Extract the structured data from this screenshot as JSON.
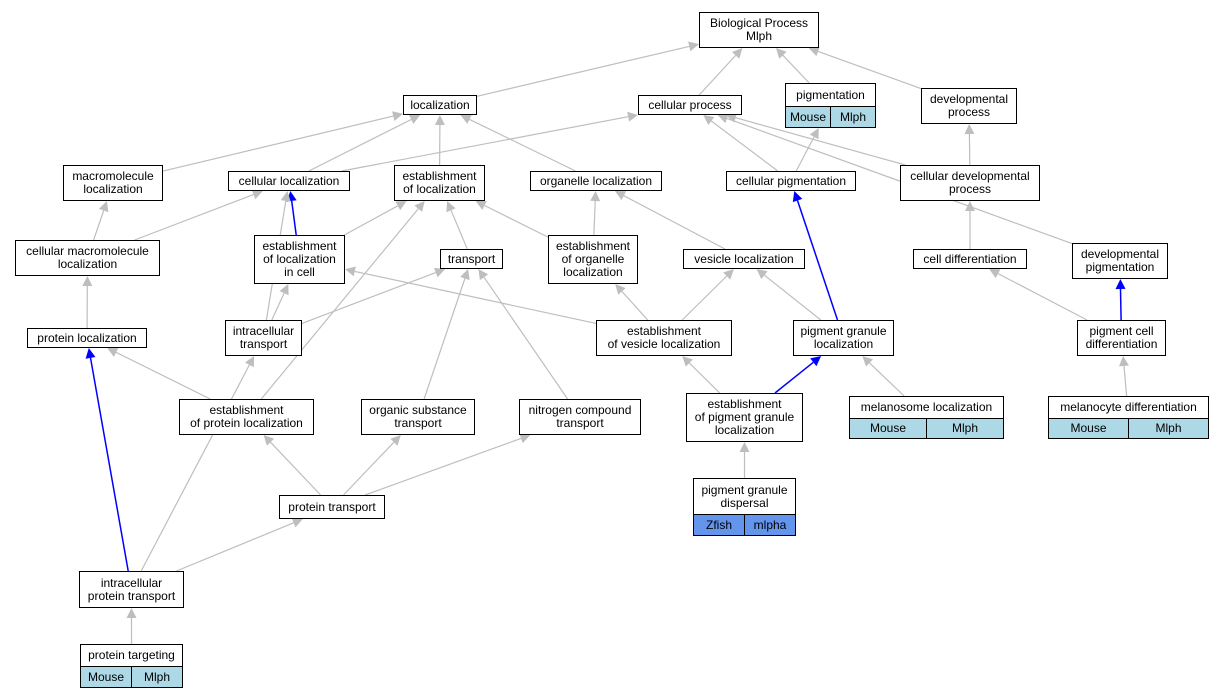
{
  "colors": {
    "edge_default": "#bebebe",
    "edge_highlight": "#0000ff",
    "tag_mouse": "#add8e6",
    "tag_zfish": "#6495ed"
  },
  "nodes": {
    "bp": {
      "label": "Biological Process\nMlph"
    },
    "localization": {
      "label": "localization"
    },
    "cellular_process": {
      "label": "cellular process"
    },
    "pigmentation": {
      "label": "pigmentation",
      "tags": [
        "Mouse",
        "Mlph"
      ]
    },
    "developmental_process": {
      "label": "developmental\nprocess"
    },
    "macromolecule_localization": {
      "label": "macromolecule\nlocalization"
    },
    "cellular_localization": {
      "label": "cellular localization"
    },
    "establishment_of_localization": {
      "label": "establishment\nof localization"
    },
    "organelle_localization": {
      "label": "organelle localization"
    },
    "cellular_pigmentation": {
      "label": "cellular pigmentation"
    },
    "cellular_developmental_process": {
      "label": "cellular developmental\nprocess"
    },
    "cellular_macromolecule_localization": {
      "label": "cellular macromolecule\nlocalization"
    },
    "establishment_of_localization_in_cell": {
      "label": "establishment\nof localization\nin cell"
    },
    "transport": {
      "label": "transport"
    },
    "establishment_of_organelle_localization": {
      "label": "establishment\nof organelle\nlocalization"
    },
    "vesicle_localization": {
      "label": "vesicle localization"
    },
    "cell_differentiation": {
      "label": "cell differentiation"
    },
    "developmental_pigmentation": {
      "label": "developmental\npigmentation"
    },
    "protein_localization": {
      "label": "protein localization"
    },
    "intracellular_transport": {
      "label": "intracellular\ntransport"
    },
    "establishment_of_vesicle_localization": {
      "label": "establishment\nof vesicle localization"
    },
    "pigment_granule_localization": {
      "label": "pigment granule\nlocalization"
    },
    "pigment_cell_differentiation": {
      "label": "pigment cell\ndifferentiation"
    },
    "establishment_of_protein_localization": {
      "label": "establishment\nof protein localization"
    },
    "organic_substance_transport": {
      "label": "organic substance\ntransport"
    },
    "nitrogen_compound_transport": {
      "label": "nitrogen compound\ntransport"
    },
    "establishment_of_pigment_granule_localization": {
      "label": "establishment\nof pigment granule\nlocalization"
    },
    "melanosome_localization": {
      "label": "melanosome localization",
      "tags": [
        "Mouse",
        "Mlph"
      ]
    },
    "melanocyte_differentiation": {
      "label": "melanocyte differentiation",
      "tags": [
        "Mouse",
        "Mlph"
      ]
    },
    "pigment_granule_dispersal": {
      "label": "pigment granule\ndispersal",
      "tags": [
        "Zfish",
        "mlpha"
      ]
    },
    "protein_transport": {
      "label": "protein transport"
    },
    "intracellular_protein_transport": {
      "label": "intracellular\nprotein transport"
    },
    "protein_targeting": {
      "label": "protein targeting",
      "tags": [
        "Mouse",
        "Mlph"
      ]
    }
  },
  "edges": [
    {
      "from": "localization",
      "to": "bp"
    },
    {
      "from": "cellular_process",
      "to": "bp"
    },
    {
      "from": "pigmentation",
      "to": "bp"
    },
    {
      "from": "developmental_process",
      "to": "bp"
    },
    {
      "from": "macromolecule_localization",
      "to": "localization"
    },
    {
      "from": "cellular_localization",
      "to": "localization"
    },
    {
      "from": "establishment_of_localization",
      "to": "localization"
    },
    {
      "from": "organelle_localization",
      "to": "localization"
    },
    {
      "from": "cellular_localization",
      "to": "cellular_process"
    },
    {
      "from": "cellular_pigmentation",
      "to": "cellular_process"
    },
    {
      "from": "cellular_pigmentation",
      "to": "pigmentation"
    },
    {
      "from": "cellular_developmental_process",
      "to": "cellular_process"
    },
    {
      "from": "cellular_developmental_process",
      "to": "developmental_process"
    },
    {
      "from": "developmental_pigmentation",
      "to": "cellular_process"
    },
    {
      "from": "cellular_macromolecule_localization",
      "to": "macromolecule_localization"
    },
    {
      "from": "cellular_macromolecule_localization",
      "to": "cellular_localization"
    },
    {
      "from": "establishment_of_localization_in_cell",
      "to": "cellular_localization",
      "highlight": true
    },
    {
      "from": "establishment_of_localization_in_cell",
      "to": "establishment_of_localization"
    },
    {
      "from": "transport",
      "to": "establishment_of_localization"
    },
    {
      "from": "establishment_of_organelle_localization",
      "to": "establishment_of_localization"
    },
    {
      "from": "establishment_of_organelle_localization",
      "to": "organelle_localization"
    },
    {
      "from": "vesicle_localization",
      "to": "organelle_localization"
    },
    {
      "from": "pigment_granule_localization",
      "to": "cellular_pigmentation",
      "highlight": true
    },
    {
      "from": "cell_differentiation",
      "to": "cellular_developmental_process"
    },
    {
      "from": "protein_localization",
      "to": "cellular_macromolecule_localization"
    },
    {
      "from": "intracellular_transport",
      "to": "cellular_localization"
    },
    {
      "from": "intracellular_transport",
      "to": "establishment_of_localization_in_cell"
    },
    {
      "from": "intracellular_transport",
      "to": "transport"
    },
    {
      "from": "establishment_of_vesicle_localization",
      "to": "establishment_of_localization_in_cell"
    },
    {
      "from": "establishment_of_vesicle_localization",
      "to": "establishment_of_organelle_localization"
    },
    {
      "from": "establishment_of_vesicle_localization",
      "to": "vesicle_localization"
    },
    {
      "from": "pigment_granule_localization",
      "to": "vesicle_localization"
    },
    {
      "from": "pigment_cell_differentiation",
      "to": "cell_differentiation"
    },
    {
      "from": "pigment_cell_differentiation",
      "to": "developmental_pigmentation",
      "highlight": true
    },
    {
      "from": "establishment_of_protein_localization",
      "to": "protein_localization"
    },
    {
      "from": "establishment_of_protein_localization",
      "to": "establishment_of_localization"
    },
    {
      "from": "organic_substance_transport",
      "to": "transport"
    },
    {
      "from": "nitrogen_compound_transport",
      "to": "transport"
    },
    {
      "from": "establishment_of_pigment_granule_localization",
      "to": "establishment_of_vesicle_localization"
    },
    {
      "from": "establishment_of_pigment_granule_localization",
      "to": "pigment_granule_localization",
      "highlight": true
    },
    {
      "from": "melanosome_localization",
      "to": "pigment_granule_localization"
    },
    {
      "from": "melanocyte_differentiation",
      "to": "pigment_cell_differentiation"
    },
    {
      "from": "pigment_granule_dispersal",
      "to": "establishment_of_pigment_granule_localization"
    },
    {
      "from": "protein_transport",
      "to": "establishment_of_protein_localization"
    },
    {
      "from": "protein_transport",
      "to": "organic_substance_transport"
    },
    {
      "from": "protein_transport",
      "to": "nitrogen_compound_transport"
    },
    {
      "from": "intracellular_protein_transport",
      "to": "protein_transport"
    },
    {
      "from": "intracellular_protein_transport",
      "to": "intracellular_transport"
    },
    {
      "from": "intracellular_protein_transport",
      "to": "protein_localization",
      "highlight": true
    },
    {
      "from": "protein_targeting",
      "to": "intracellular_protein_transport"
    }
  ]
}
